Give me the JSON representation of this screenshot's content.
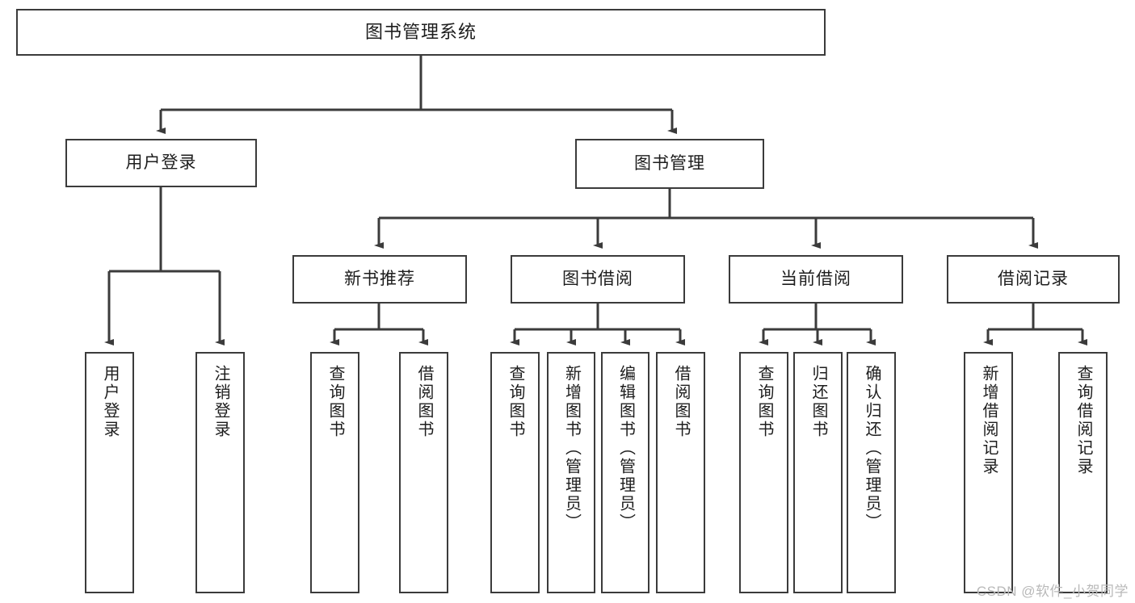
{
  "diagram": {
    "type": "tree",
    "title": "图书管理系统",
    "colors": {
      "box_border": "#3b3b3b",
      "box_fill": "#ffffff",
      "connector": "#3b3b3b",
      "text": "#1d1d1d",
      "background": "#ffffff",
      "watermark": "#b9b9b9"
    },
    "root": {
      "label": "图书管理系统"
    },
    "level2": [
      {
        "label": "用户登录"
      },
      {
        "label": "图书管理"
      }
    ],
    "level3": [
      {
        "label": "新书推荐"
      },
      {
        "label": "图书借阅"
      },
      {
        "label": "当前借阅"
      },
      {
        "label": "借阅记录"
      }
    ],
    "leaves": [
      {
        "label": "用户登录",
        "parent": "用户登录"
      },
      {
        "label": "注销登录",
        "parent": "用户登录"
      },
      {
        "label": "查询图书",
        "parent": "新书推荐"
      },
      {
        "label": "借阅图书",
        "parent": "新书推荐"
      },
      {
        "label": "查询图书",
        "parent": "图书借阅"
      },
      {
        "label": "新增图书（管理员）",
        "parent": "图书借阅"
      },
      {
        "label": "编辑图书（管理员）",
        "parent": "图书借阅"
      },
      {
        "label": "借阅图书",
        "parent": "图书借阅"
      },
      {
        "label": "查询图书",
        "parent": "当前借阅"
      },
      {
        "label": "归还图书",
        "parent": "当前借阅"
      },
      {
        "label": "确认归还（管理员）",
        "parent": "当前借阅"
      },
      {
        "label": "新增借阅记录",
        "parent": "借阅记录"
      },
      {
        "label": "查询借阅记录",
        "parent": "借阅记录"
      }
    ]
  },
  "watermark": {
    "text": "CSDN @软件_小贺同学"
  }
}
